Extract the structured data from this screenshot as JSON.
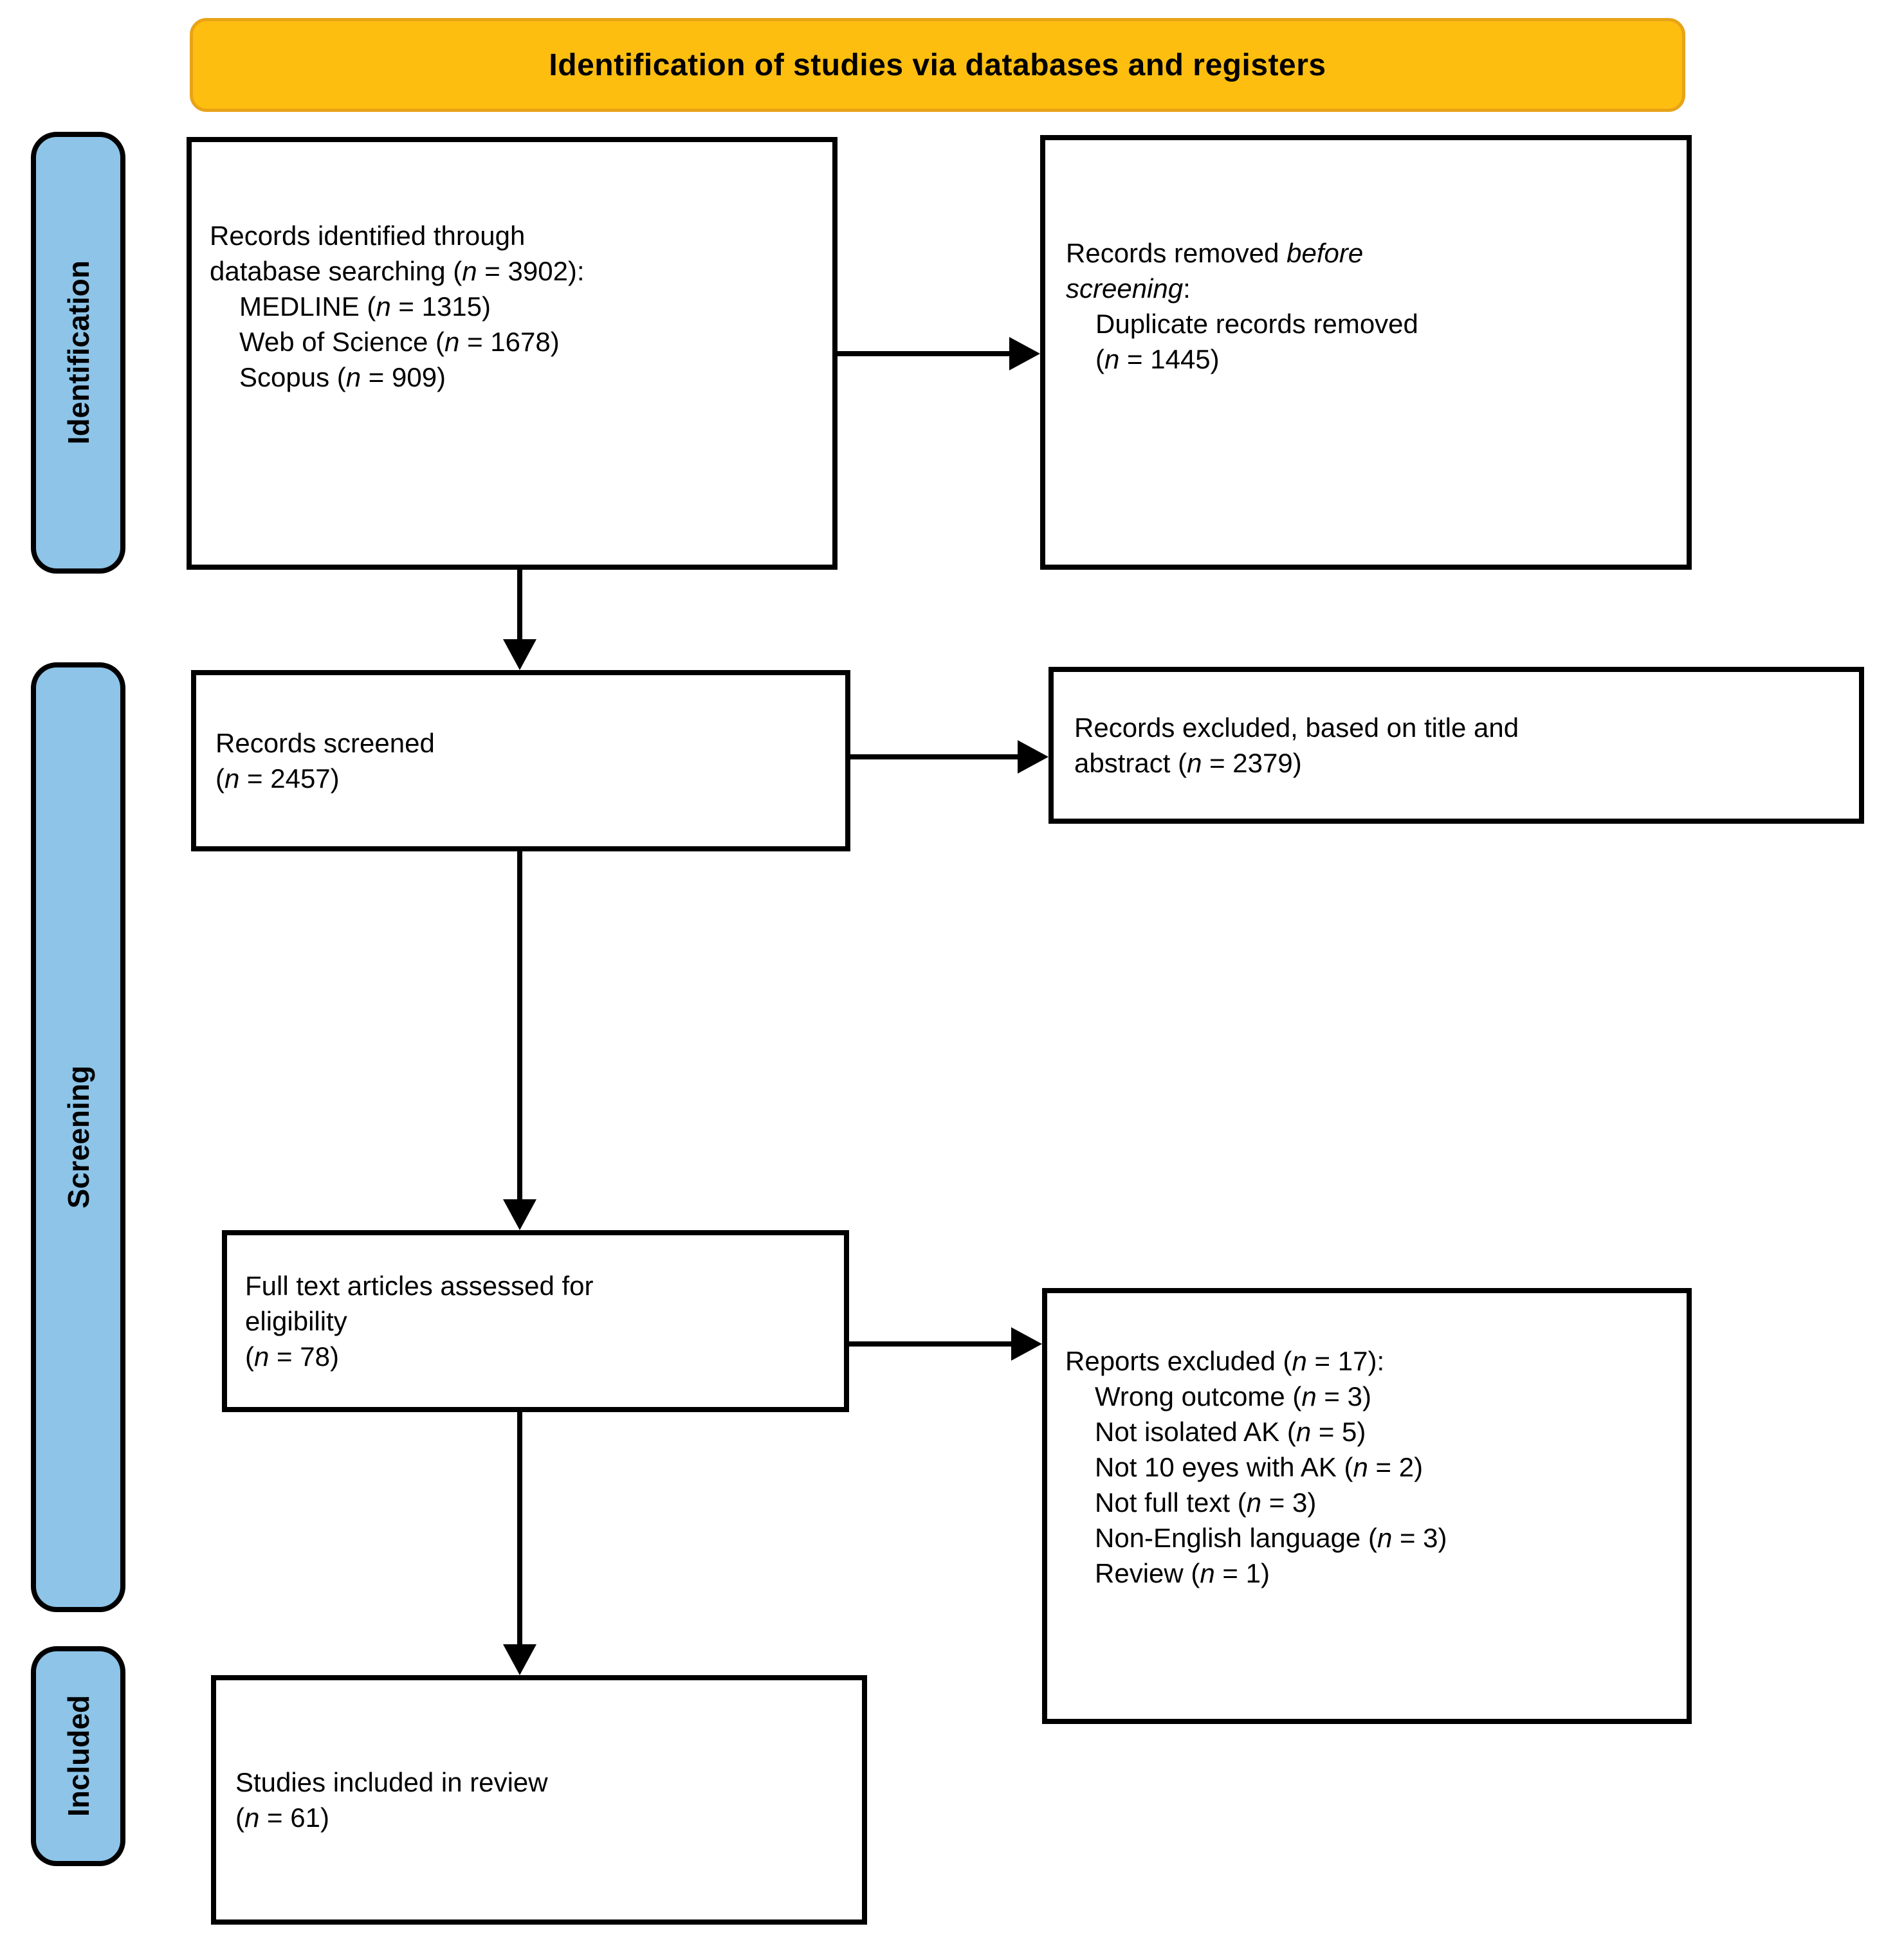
{
  "colors": {
    "header_fill": "#FEBE10",
    "header_border": "#E8A317",
    "stage_fill": "#8DC4E8",
    "box_border": "#000000"
  },
  "header": {
    "title": "Identification of studies via databases and registers"
  },
  "stages": [
    {
      "label": "Identification"
    },
    {
      "label": "Screening"
    },
    {
      "label": "Included"
    }
  ],
  "boxes": {
    "identified": {
      "lines": [
        {
          "indent": false,
          "segments": [
            {
              "text": "Records identified through"
            }
          ]
        },
        {
          "indent": false,
          "segments": [
            {
              "text": "database searching ("
            },
            {
              "text": "n",
              "italic": true
            },
            {
              "text": " = 3902):"
            }
          ]
        },
        {
          "indent": true,
          "segments": [
            {
              "text": "MEDLINE ("
            },
            {
              "text": "n",
              "italic": true
            },
            {
              "text": " = 1315)"
            }
          ]
        },
        {
          "indent": true,
          "segments": [
            {
              "text": "Web of Science ("
            },
            {
              "text": "n",
              "italic": true
            },
            {
              "text": " = 1678)"
            }
          ]
        },
        {
          "indent": true,
          "segments": [
            {
              "text": "Scopus ("
            },
            {
              "text": "n",
              "italic": true
            },
            {
              "text": " = 909)"
            }
          ]
        }
      ]
    },
    "removed": {
      "lines": [
        {
          "indent": false,
          "segments": [
            {
              "text": "Records removed "
            },
            {
              "text": "before",
              "italic": true
            }
          ]
        },
        {
          "indent": false,
          "segments": [
            {
              "text": "screening",
              "italic": true
            },
            {
              "text": ":"
            }
          ]
        },
        {
          "indent": true,
          "segments": [
            {
              "text": "Duplicate records removed"
            }
          ]
        },
        {
          "indent": true,
          "segments": [
            {
              "text": "("
            },
            {
              "text": "n",
              "italic": true
            },
            {
              "text": " = 1445)"
            }
          ]
        }
      ]
    },
    "screened": {
      "lines": [
        {
          "indent": false,
          "segments": [
            {
              "text": "Records screened"
            }
          ]
        },
        {
          "indent": false,
          "segments": [
            {
              "text": "("
            },
            {
              "text": "n",
              "italic": true
            },
            {
              "text": " = 2457)"
            }
          ]
        }
      ]
    },
    "excluded_title": {
      "lines": [
        {
          "indent": false,
          "segments": [
            {
              "text": "Records excluded, based on title and"
            }
          ]
        },
        {
          "indent": false,
          "segments": [
            {
              "text": "abstract ("
            },
            {
              "text": "n",
              "italic": true
            },
            {
              "text": " = 2379)"
            }
          ]
        }
      ]
    },
    "fulltext": {
      "lines": [
        {
          "indent": false,
          "segments": [
            {
              "text": "Full text articles assessed for"
            }
          ]
        },
        {
          "indent": false,
          "segments": [
            {
              "text": "eligibility"
            }
          ]
        },
        {
          "indent": false,
          "segments": [
            {
              "text": "("
            },
            {
              "text": "n",
              "italic": true
            },
            {
              "text": " = 78)"
            }
          ]
        }
      ]
    },
    "reports_excluded": {
      "lines": [
        {
          "indent": false,
          "segments": [
            {
              "text": "Reports excluded ("
            },
            {
              "text": "n",
              "italic": true
            },
            {
              "text": " = 17):"
            }
          ]
        },
        {
          "indent": true,
          "segments": [
            {
              "text": "Wrong outcome ("
            },
            {
              "text": "n",
              "italic": true
            },
            {
              "text": " = 3)"
            }
          ]
        },
        {
          "indent": true,
          "segments": [
            {
              "text": "Not isolated AK ("
            },
            {
              "text": "n",
              "italic": true
            },
            {
              "text": " = 5)"
            }
          ]
        },
        {
          "indent": true,
          "segments": [
            {
              "text": "Not 10 eyes with AK ("
            },
            {
              "text": "n",
              "italic": true
            },
            {
              "text": " = 2)"
            }
          ]
        },
        {
          "indent": true,
          "segments": [
            {
              "text": "Not full text ("
            },
            {
              "text": "n",
              "italic": true
            },
            {
              "text": " = 3)"
            }
          ]
        },
        {
          "indent": true,
          "segments": [
            {
              "text": "Non-English language ("
            },
            {
              "text": "n",
              "italic": true
            },
            {
              "text": " = 3)"
            }
          ]
        },
        {
          "indent": true,
          "segments": [
            {
              "text": "Review ("
            },
            {
              "text": "n",
              "italic": true
            },
            {
              "text": " = 1)"
            }
          ]
        }
      ]
    },
    "included_studies": {
      "lines": [
        {
          "indent": false,
          "segments": [
            {
              "text": "Studies included in review"
            }
          ]
        },
        {
          "indent": false,
          "segments": [
            {
              "text": "("
            },
            {
              "text": "n",
              "italic": true
            },
            {
              "text": " = 61)"
            }
          ]
        }
      ]
    }
  }
}
